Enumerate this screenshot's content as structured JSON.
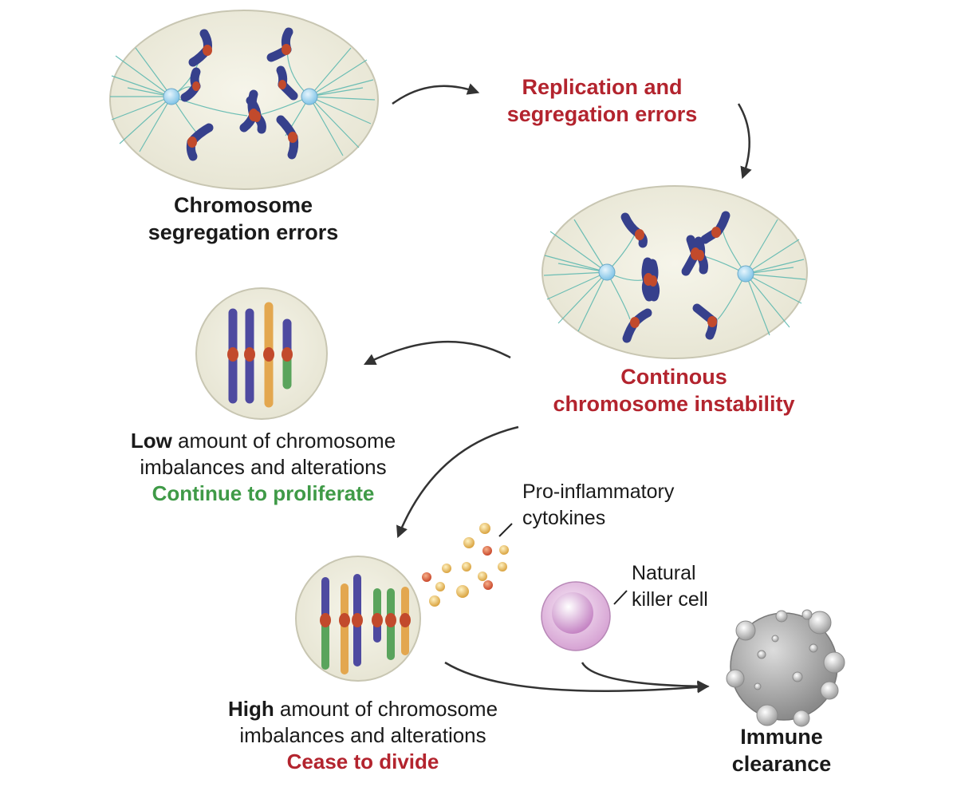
{
  "colors": {
    "red_heading": "#b3242e",
    "green_heading": "#3f9a47",
    "cell_fill": "#eeeddf",
    "spindle": "#5fb9b0",
    "chromosome_blue": "#36408c",
    "chromosome_purple": "#4e4aa0",
    "chromosome_orange": "#e3a74f",
    "chromosome_green": "#5aa45c",
    "centromere": "#c24a2c",
    "centrosome": "#9ed4ef",
    "nk_cell": "#d9a7d6",
    "tumor_cell": "#a6a6a6"
  },
  "labels": {
    "segregation_errors": {
      "line1": "Chromosome",
      "line2": "segregation errors"
    },
    "replication_errors": {
      "line1": "Replication and",
      "line2": "segregation errors"
    },
    "instability": {
      "line1": "Continous",
      "line2": "chromosome instability"
    },
    "low": {
      "bold": "Low",
      "rest": " amount of chromosome",
      "line2": "imbalances and alterations",
      "outcome": "Continue to proliferate"
    },
    "high": {
      "bold": "High",
      "rest": " amount of chromosome",
      "line2": "imbalances and alterations",
      "outcome": "Cease to divide"
    },
    "cytokines": {
      "line1": "Pro-inflammatory",
      "line2": "cytokines"
    },
    "nk_cell": {
      "line1": "Natural",
      "line2": "killer cell"
    },
    "clearance": {
      "line1": "Immune",
      "line2": "clearance"
    }
  },
  "icons": [
    "dividing-cell-icon",
    "curved-arrow-icon",
    "low-aneuploidy-cell-icon",
    "high-aneuploidy-cell-icon",
    "cytokine-particles-icon",
    "natural-killer-cell-icon",
    "tumor-cell-icon"
  ]
}
